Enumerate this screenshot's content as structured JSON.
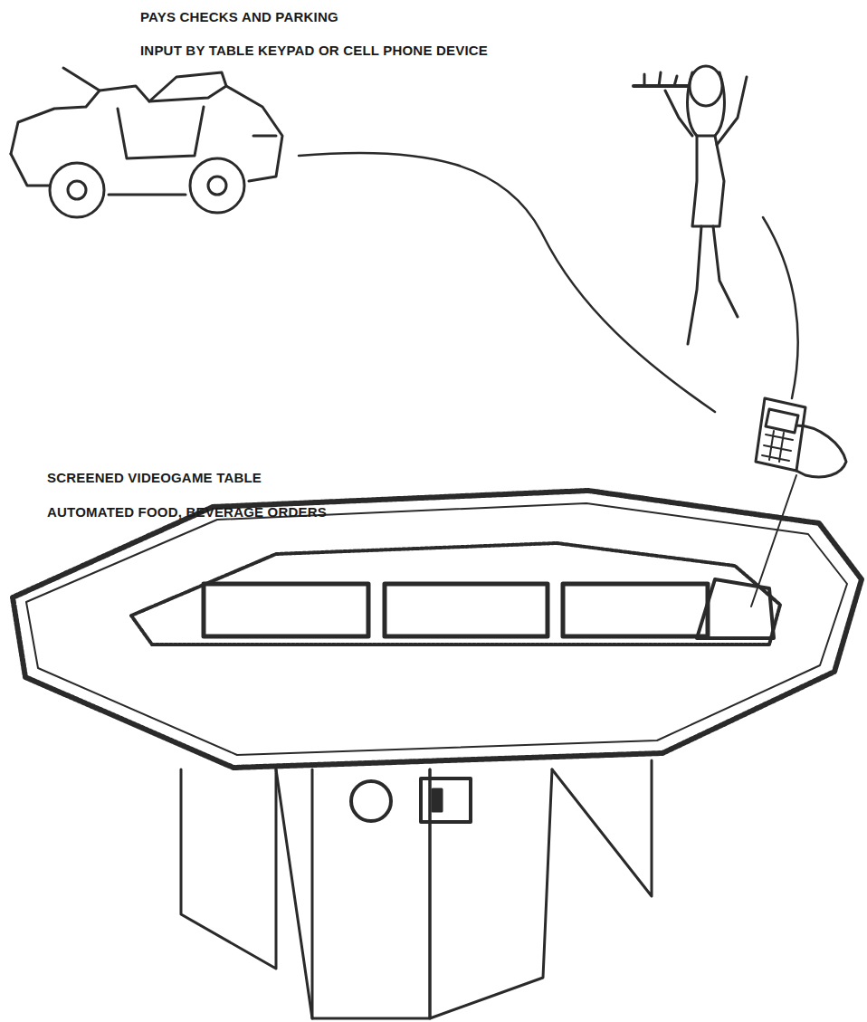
{
  "diagram": {
    "labels": [
      "PAYS CHECKS AND PARKING",
      "INPUT BY TABLE KEYPAD OR CELL PHONE DEVICE",
      "SCREENED VIDEOGAME TABLE",
      "AUTOMATED FOOD, BEVERAGE ORDERS"
    ]
  }
}
